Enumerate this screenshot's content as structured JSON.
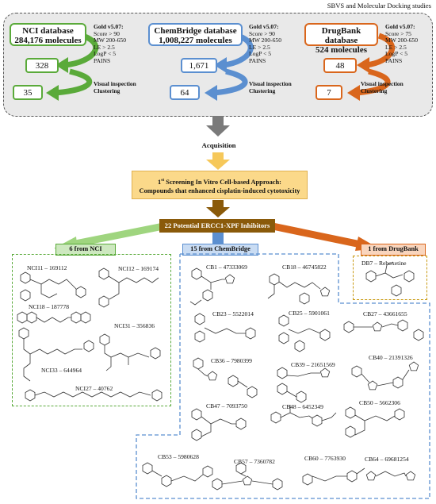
{
  "header": {
    "title": "SBVS and Molecular Docking studies"
  },
  "databases": [
    {
      "id": "nci",
      "name": "NCI database",
      "count": "284,176 molecules",
      "criteria": [
        "Gold v5.07:",
        "Score > 90",
        "MW 200-650",
        "LE > 2.5",
        "LogP < 5",
        "PAINS"
      ],
      "after_filter": "328",
      "after_visual": "35",
      "color": "#5aaa3a"
    },
    {
      "id": "chembridge",
      "name": "ChemBridge database",
      "count": "1,008,227 molecules",
      "criteria": [
        "Gold v5.07:",
        "Score > 90",
        "MW 200-650",
        "LE > 2.5",
        "LogP < 5",
        "PAINS"
      ],
      "after_filter": "1,671",
      "after_visual": "64",
      "color": "#5b8fd0"
    },
    {
      "id": "drugbank",
      "name": "DrugBank database",
      "count": "524 molecules",
      "criteria": [
        "Gold v5.07:",
        "Score > 75",
        "MW 200-650",
        "LE > 2.5",
        "LogP < 5",
        "PAINS"
      ],
      "after_filter": "48",
      "after_visual": "7",
      "color": "#d9661c"
    }
  ],
  "visual_label": [
    "Visual inspection",
    "Clustering"
  ],
  "acquisition": "Acquisition",
  "screening": {
    "line1_prefix": "1",
    "line1_sup": "st",
    "line1_rest": " Screening In Vitro Cell-based Approach:",
    "line2": "Compounds that enhanced cisplatin-induced cytotoxicity"
  },
  "inhibitors": "22 Potential ERCC1-XPF Inhibitors",
  "groups": {
    "nci": "6 from NCI",
    "chembridge": "15 from ChemBridge",
    "drugbank": "1 from DrugBank"
  },
  "compounds": {
    "nci": [
      "NCI11 – 169112",
      "NCI12 – 169174",
      "NCI18 – 187778",
      "NCI31 – 356836",
      "NCI33 – 644964",
      "NCI27 – 40762"
    ],
    "drugbank": [
      "DB7 – Reboxetine"
    ],
    "chembridge": [
      "CB1 – 47333069",
      "CB18 – 46745822",
      "CB23 – 5522014",
      "CB25 – 5901061",
      "CB27 – 43661655",
      "CB36 – 7980399",
      "CB39 – 21651569",
      "CB40 – 21391326",
      "CB47 – 7093750",
      "CB48 – 6452349",
      "CB50 – 5662306",
      "CB53 – 5980628",
      "CB57 – 7360782",
      "CB60 – 7763930",
      "CB64 – 69681254"
    ]
  },
  "colors": {
    "green": "#5aaa3a",
    "blue": "#5b8fd0",
    "orange": "#d9661c",
    "gold": "#f6c85a",
    "brown": "#8a5a0a",
    "gray_arrow": "#7a7a7a"
  }
}
